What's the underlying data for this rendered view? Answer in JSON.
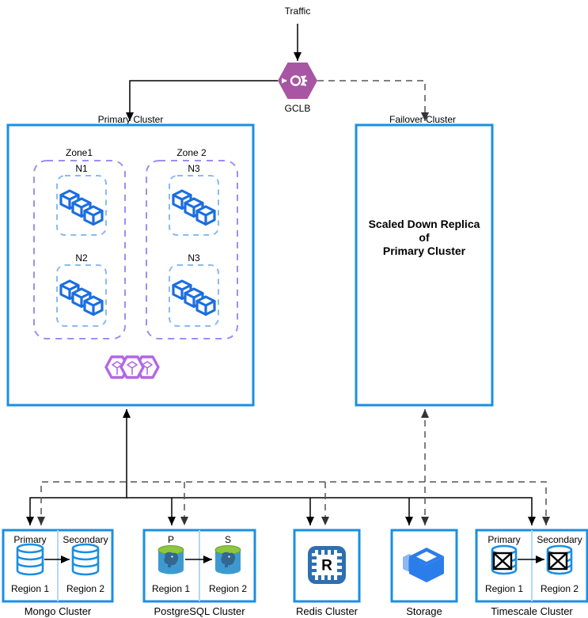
{
  "diagram": {
    "traffic_label": "Traffic",
    "load_balancer": {
      "label": "GCLB",
      "icon": "load-balancer-hexagon-icon",
      "color": "#a855a3"
    },
    "primary_cluster": {
      "label": "Primary Cluster",
      "zones": [
        {
          "label": "Zone1",
          "nodes": [
            {
              "label": "N1"
            },
            {
              "label": "N2"
            }
          ]
        },
        {
          "label": "Zone 2",
          "nodes": [
            {
              "label": "N3"
            },
            {
              "label": "N3"
            }
          ]
        }
      ],
      "node_icon": "workload-cubes-icon",
      "footer_icon": "kubernetes-hexagon-cubes-icon"
    },
    "failover_cluster": {
      "label": "Failover Cluster",
      "text_lines": [
        "Scaled Down Replica",
        "of",
        "Primary Cluster"
      ]
    },
    "data_stores": [
      {
        "label": "Mongo Cluster",
        "left_role": "Primary",
        "right_role": "Secondary",
        "left_region": "Region 1",
        "right_region": "Region 2",
        "icon": "mongodb-database-icon"
      },
      {
        "label": "PostgreSQL Cluster",
        "left_role": "P",
        "right_role": "S",
        "left_region": "Region 1",
        "right_region": "Region 2",
        "icon": "postgresql-icon"
      },
      {
        "label": "Redis Cluster",
        "icon": "redis-memorystore-chip-icon"
      },
      {
        "label": "Storage",
        "icon": "cloud-storage-boxes-icon"
      },
      {
        "label": "Timescale Cluster",
        "left_role": "Primary",
        "right_role": "Secondary",
        "left_region": "Region 1",
        "right_region": "Region 2",
        "icon": "timescale-database-icon"
      }
    ],
    "colors": {
      "cluster_border": "#1a8fe3",
      "zone_dashed": "#9b8ff2",
      "node_dashed": "#8abbf0",
      "workload_blue": "#1b6fe0",
      "gke_purple": "#b266e8",
      "gclb_purple": "#a855a3",
      "postgres_body": "#3d9ad1",
      "postgres_top": "#8dc63f",
      "redis_blue": "#2e6fb2",
      "storage_blue": "#2b7de9",
      "solid_line": "#000000",
      "dashed_line": "#555555"
    }
  }
}
